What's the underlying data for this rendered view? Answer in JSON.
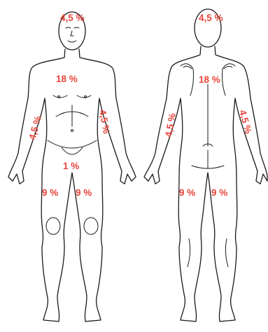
{
  "colors": {
    "label": "#e8463c",
    "outline": "#1a1a1a",
    "background": "#ffffff"
  },
  "front": {
    "head": "4,5 %",
    "chest": "18 %",
    "arm_right": "4,5 %",
    "arm_left": "4,5 %",
    "genital": "1 %",
    "leg_right": "9 %",
    "leg_left": "9 %"
  },
  "back": {
    "head": "4,5 %",
    "torso": "18 %",
    "arm_right": "4,5 %",
    "arm_left": "4,5 %",
    "leg_right": "9 %",
    "leg_left": "9 %"
  }
}
